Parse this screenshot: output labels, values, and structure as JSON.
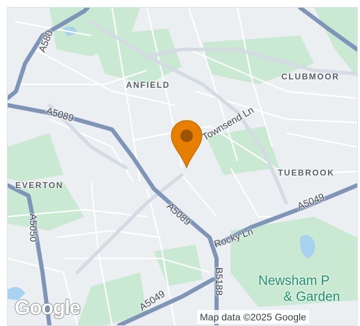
{
  "map": {
    "areas": {
      "anfield": "ANFIELD",
      "clubmoor": "CLUBMOOR",
      "everton": "EVERTON",
      "tuebrook": "TUEBROOK"
    },
    "roads": {
      "a580": "A580",
      "a5089_west": "A5089",
      "a5089_centre": "A5089",
      "townsend": "Townsend Ln",
      "a5049_east": "A5049",
      "rocky": "Rocky Ln",
      "a5050": "A5050",
      "b5188": "B5188",
      "a5049_south": "A5049"
    },
    "park": {
      "line1": "Newsham P",
      "line2": "& Garden"
    },
    "logo": "Google",
    "attribution": "Map data ©2025 Google",
    "marker": {
      "color": "#e67e00"
    },
    "colors": {
      "road": "#7f95b8",
      "park": "#c9e9d2",
      "water": "#a8d3f0",
      "land": "#eceff1"
    }
  }
}
